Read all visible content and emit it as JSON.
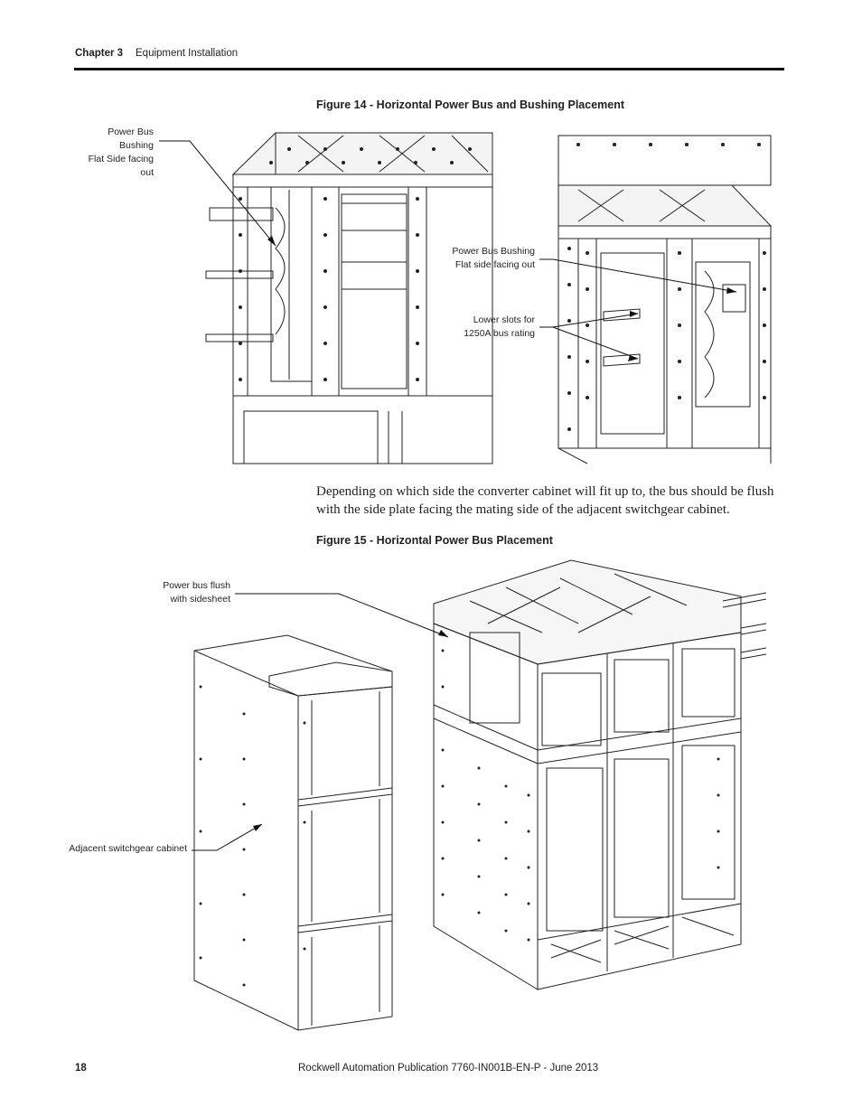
{
  "header": {
    "chapter": "Chapter 3",
    "section": "Equipment Installation"
  },
  "figure14": {
    "caption": "Figure 14 - Horizontal Power Bus and Bushing Placement",
    "callout_left_1": "Power Bus Bushing",
    "callout_left_2": "Flat Side facing out",
    "callout_right_1": "Power Bus Bushing",
    "callout_right_2": "Flat side facing out",
    "callout_slots_1": "Lower slots for",
    "callout_slots_2": "1250A bus rating"
  },
  "body": {
    "paragraph": "Depending on which side the converter cabinet will fit up to, the bus should be flush with the side plate facing the mating side of the adjacent switchgear cabinet."
  },
  "figure15": {
    "caption": "Figure 15 - Horizontal Power Bus Placement",
    "callout_flush_1": "Power bus flush",
    "callout_flush_2": "with sidesheet",
    "callout_adjacent": "Adjacent switchgear cabinet"
  },
  "footer": {
    "page_number": "18",
    "publication": "Rockwell Automation Publication 7760-IN001B-EN-P - June 2013"
  }
}
